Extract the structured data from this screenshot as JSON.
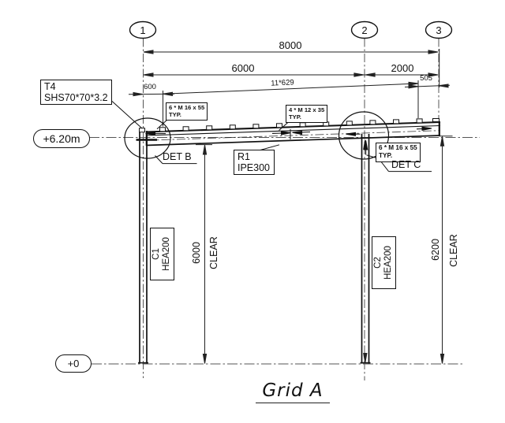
{
  "title": {
    "text": "Grid A"
  },
  "grids": {
    "b1": "1",
    "b2": "2",
    "b3": "3"
  },
  "dims": {
    "overall": "8000",
    "left_span": "6000",
    "right_span": "2000",
    "start_offset": "600",
    "spacing": "11*629",
    "end_offset": "505",
    "left_height": "6000",
    "left_clear": "CLEAR",
    "right_height": "6200",
    "right_clear": "CLEAR"
  },
  "levels": {
    "eave": "+6.20m",
    "base": "+0"
  },
  "tags": {
    "t4": {
      "l1": "T4",
      "l2": "SHS70*70*3.2"
    },
    "r1": {
      "l1": "R1",
      "l2": "IPE300"
    },
    "c1": {
      "l1": "C1",
      "l2": "HEA200"
    },
    "c2": {
      "l1": "C2",
      "l2": "HEA200"
    },
    "bolt_left": {
      "l1": "6 * M 16 x 55",
      "l2": "TYP."
    },
    "bolt_mid": {
      "l1": "4 * M 12 x 35",
      "l2": "TYP."
    },
    "bolt_right": {
      "l1": "6 * M 16 x 55",
      "l2": "TYP."
    },
    "det_b": "DET B",
    "det_c": "DET C"
  }
}
